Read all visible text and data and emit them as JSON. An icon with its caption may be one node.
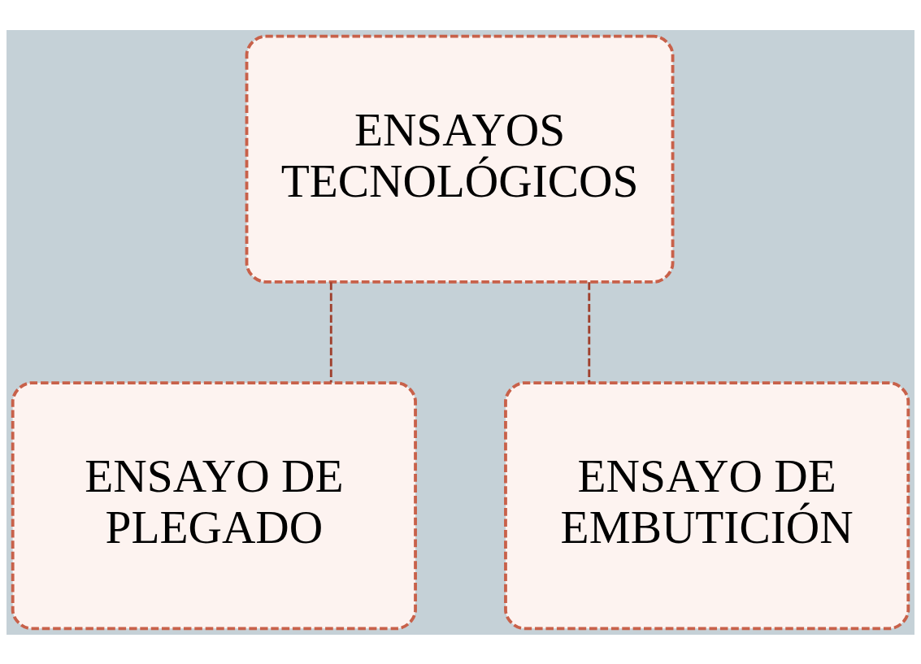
{
  "diagram": {
    "nodes": [
      {
        "text": [
          "ENSAYOS TECNOLÓGICOS"
        ]
      },
      {
        "text": [
          "ENSAYO DE PLEGADO"
        ]
      },
      {
        "text": [
          "ENSAYO DE EMBUTICIÓN"
        ]
      }
    ],
    "edges": [
      {
        "from": 0,
        "to": 1,
        "arrow": "none",
        "style": "dashed"
      },
      {
        "from": 0,
        "to": 2,
        "arrow": "none",
        "style": "dashed"
      }
    ]
  }
}
